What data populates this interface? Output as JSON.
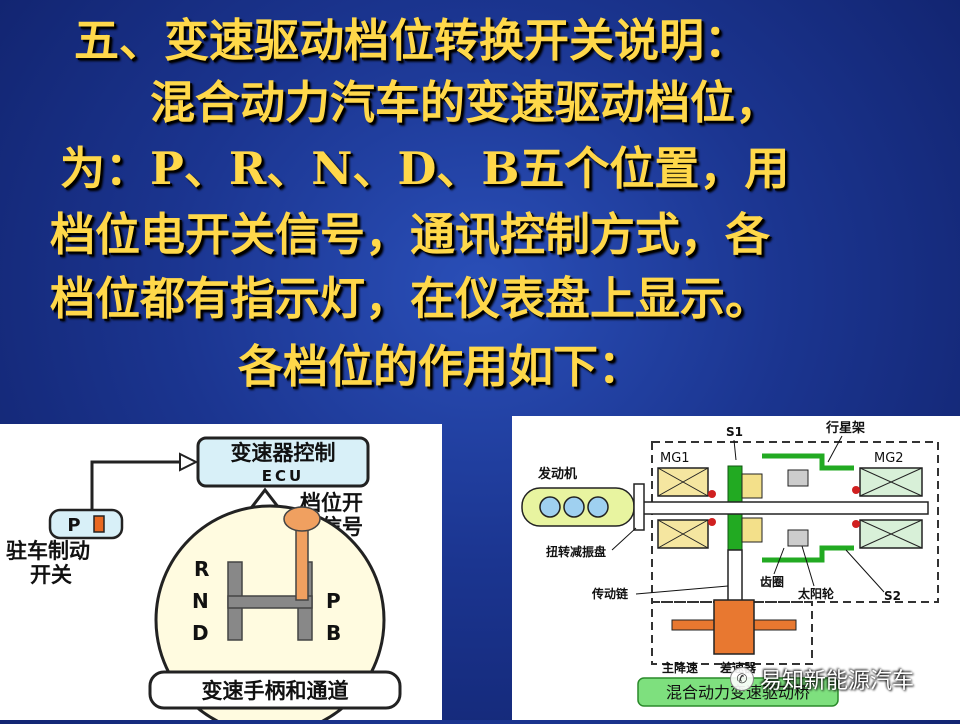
{
  "slide": {
    "lines": [
      "五、变速驱动档位转换开关说明：",
      "混合动力汽车的变速驱动档位，",
      "为：P、R、N、D、B五个位置，用",
      "档位电开关信号，通讯控制方式，各",
      "档位都有指示灯，在仪表盘上显示。",
      "各档位的作用如下："
    ]
  },
  "left_diagram": {
    "ecu_label_1": "变速器控制",
    "ecu_label_2": "ECU",
    "signal_label_1": "档位开",
    "signal_label_2": "关信号",
    "park_switch_label": "P",
    "park_caption_1": "驻车制动",
    "park_caption_2": "开关",
    "gears": {
      "r": "R",
      "n": "N",
      "d": "D",
      "p": "P",
      "b": "B"
    },
    "bottom_caption": "变速手柄和通道"
  },
  "right_diagram": {
    "s1": "S1",
    "planet_carrier": "行星架",
    "mg1": "MG1",
    "mg2": "MG2",
    "engine": "发动机",
    "damper": "扭转减振盘",
    "ring_gear": "齿圈",
    "sun_gear": "太阳轮",
    "s2": "S2",
    "chain": "传动链",
    "final_drive": "主降速",
    "differential": "差速器",
    "caption": "混合动力变速驱动桥"
  },
  "watermark": {
    "text": "易知新能源汽车"
  },
  "colors": {
    "title_text": "#ffd84a",
    "background": "#1b3590",
    "ecu_box": "#d8f0f8",
    "shifter_knob": "#f0a060",
    "gear_green": "#22aa22",
    "orange_box": "#e87830"
  }
}
